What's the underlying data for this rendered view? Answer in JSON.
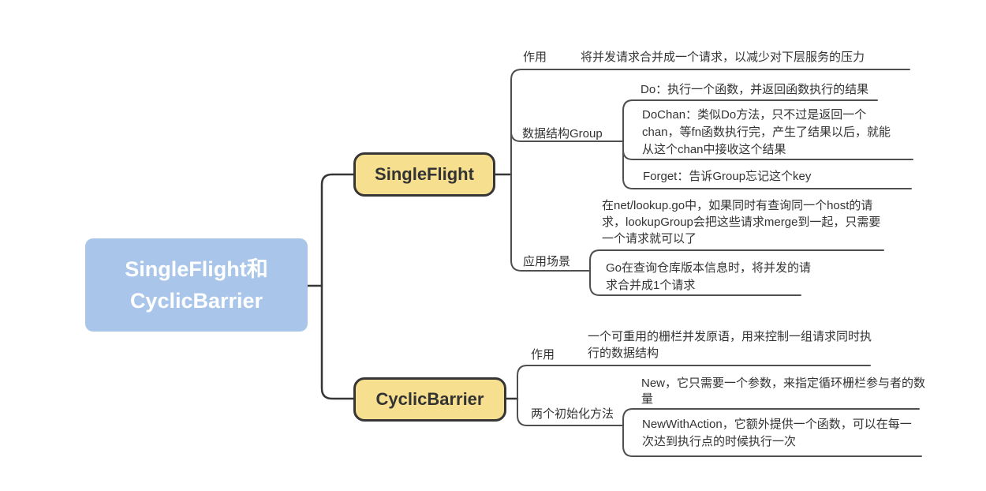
{
  "colors": {
    "root_fill": "#a9c6ea",
    "root_text": "#ffffff",
    "branch_fill": "#f6df8e",
    "branch_border": "#363636",
    "connector": "#4f4f4f",
    "text": "#333333"
  },
  "root": {
    "line1": "SingleFlight和",
    "line2": "CyclicBarrier"
  },
  "singleflight": {
    "title": "SingleFlight",
    "zuoyong": {
      "label": "作用",
      "text": "将并发请求合并成一个请求，以减少对下层服务的压力"
    },
    "group": {
      "label": "数据结构Group",
      "do": "Do：执行一个函数，并返回函数执行的结果",
      "dochan": "DoChan：类似Do方法，只不过是返回一个chan，等fn函数执行完，产生了结果以后，就能从这个chan中接收这个结果",
      "forget": "Forget：告诉Group忘记这个key"
    },
    "scene": {
      "label": "应用场景",
      "case1": "在net/lookup.go中，如果同时有查询同一个host的请求，lookupGroup会把这些请求merge到一起，只需要一个请求就可以了",
      "case2": "Go在查询仓库版本信息时，将并发的请求合并成1个请求"
    }
  },
  "cyclicbarrier": {
    "title": "CyclicBarrier",
    "zuoyong": {
      "label": "作用",
      "text": "一个可重用的栅栏并发原语，用来控制一组请求同时执行的数据结构"
    },
    "init": {
      "label": "两个初始化方法",
      "new": "New，它只需要一个参数，来指定循环栅栏参与者的数量",
      "newwithaction": "NewWithAction，它额外提供一个函数，可以在每一次达到执行点的时候执行一次"
    }
  }
}
